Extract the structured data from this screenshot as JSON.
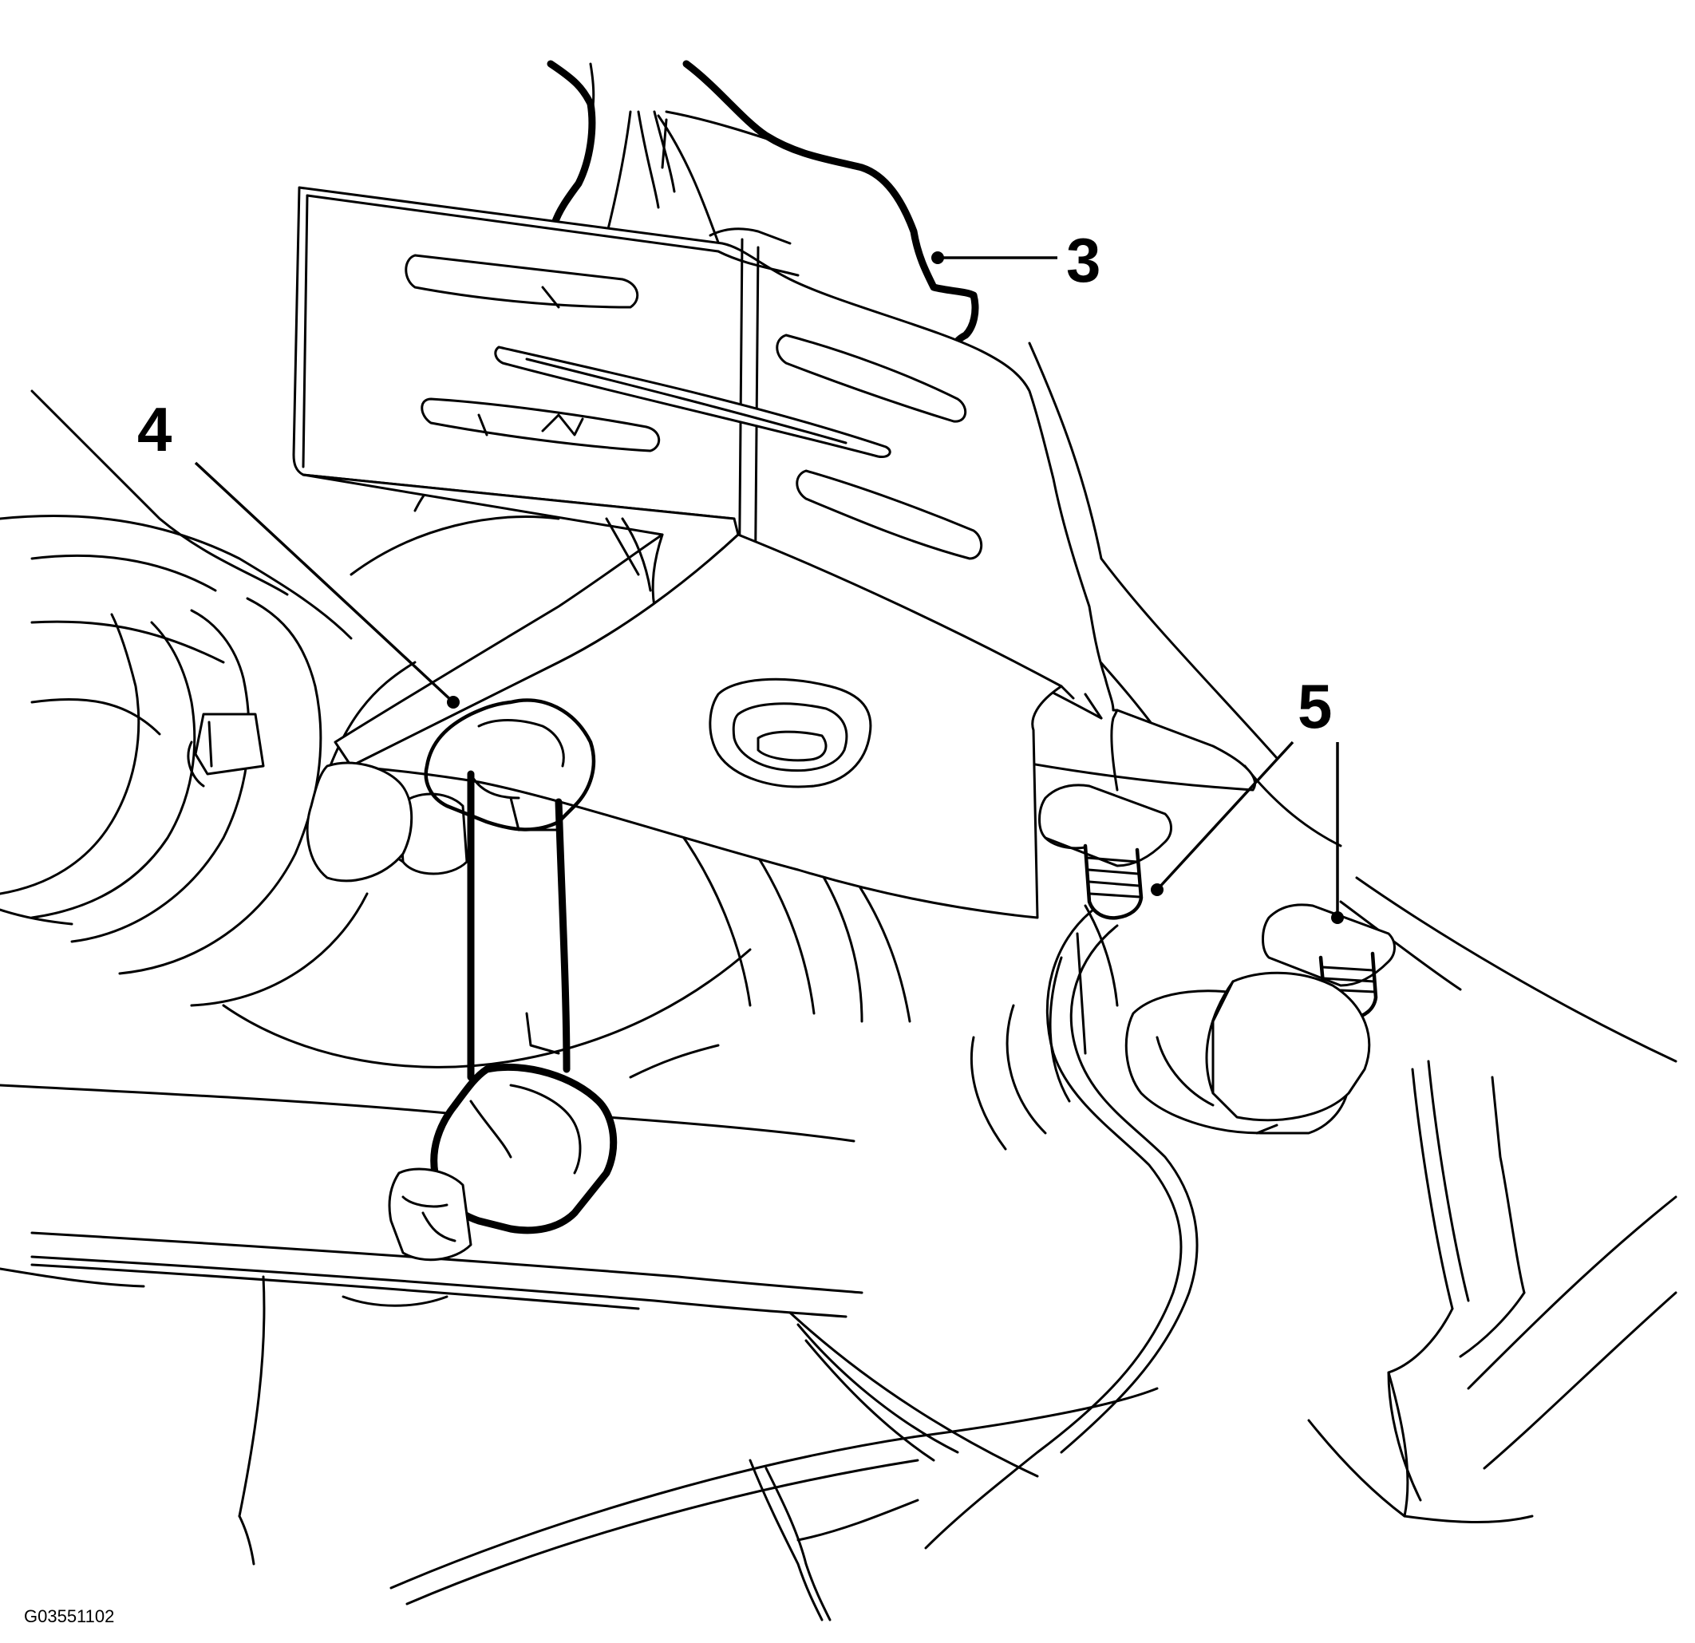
{
  "diagram": {
    "callouts": [
      {
        "id": "3",
        "label": "3"
      },
      {
        "id": "4",
        "label": "4"
      },
      {
        "id": "5",
        "label": "5"
      }
    ],
    "figure_id": "G03551102"
  }
}
